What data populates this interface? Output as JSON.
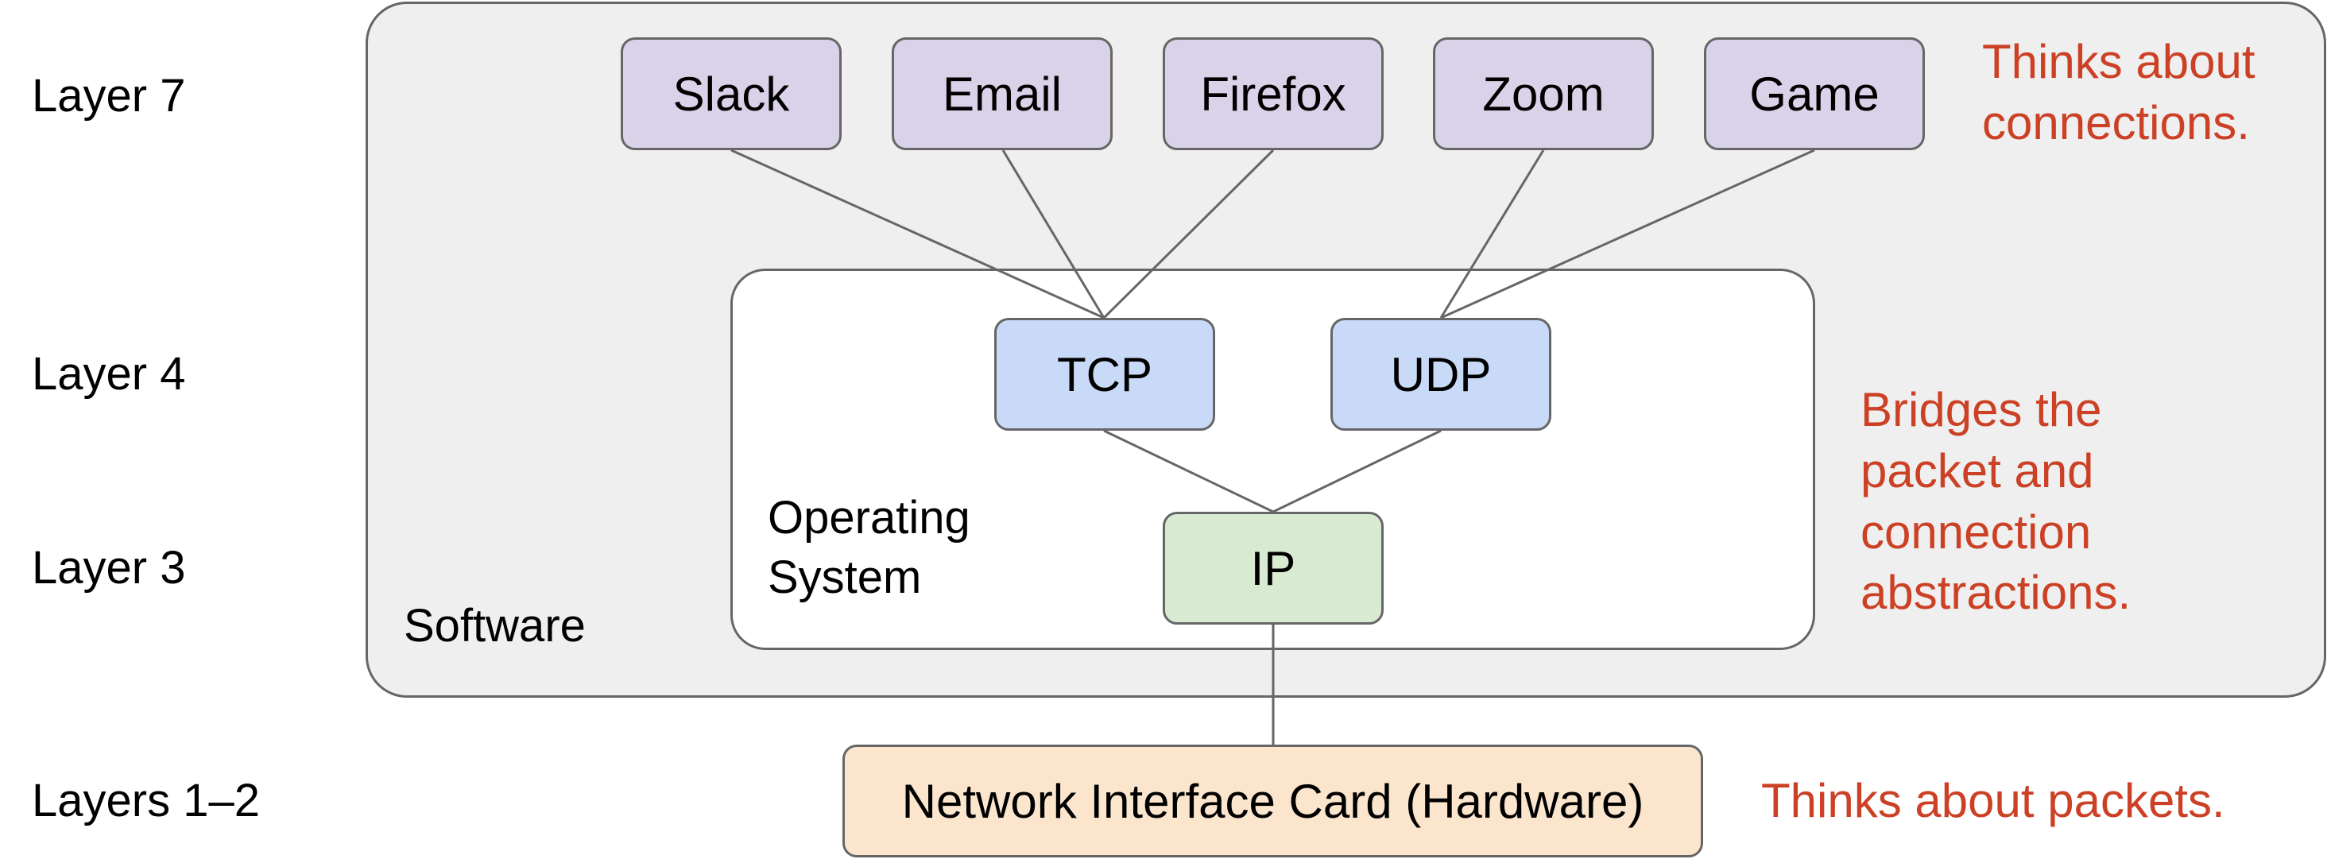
{
  "layers": {
    "layer7": "Layer 7",
    "layer4": "Layer 4",
    "layer3": "Layer 3",
    "layers12": "Layers 1–2"
  },
  "regions": {
    "software": "Software",
    "operating_system": "Operating\nSystem"
  },
  "apps": [
    "Slack",
    "Email",
    "Firefox",
    "Zoom",
    "Game"
  ],
  "transport": {
    "tcp": "TCP",
    "udp": "UDP"
  },
  "network": {
    "ip": "IP"
  },
  "hardware": {
    "nic": "Network Interface Card (Hardware)"
  },
  "notes": {
    "connections": "Thinks about\nconnections.",
    "bridges": "Bridges the\npacket and\nconnection\nabstractions.",
    "packets": "Thinks about packets."
  },
  "colors": {
    "app_fill": "#d9d2e9",
    "tcp_udp_fill": "#c9daf8",
    "ip_fill": "#d9ead3",
    "nic_fill": "#fce5cd",
    "software_fill": "#efefef",
    "note_text": "#cc4125"
  }
}
